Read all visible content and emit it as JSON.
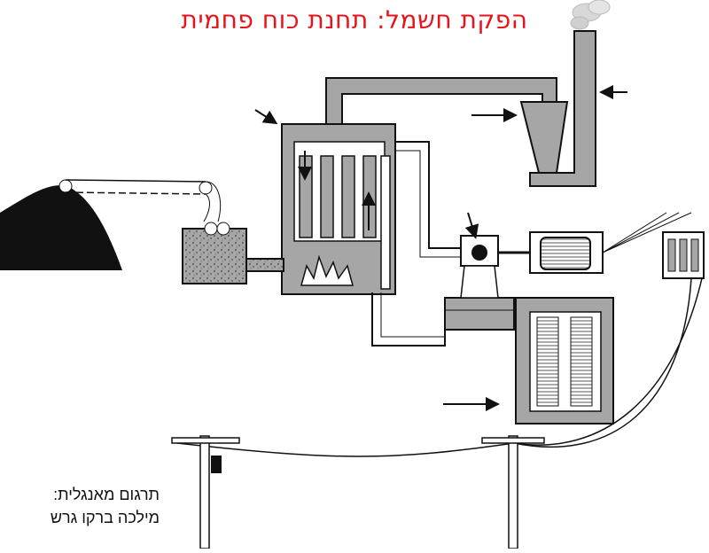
{
  "title": "הפקת חשמל: תחנת כוח פחמית",
  "credit": {
    "line1": "תרגום מאנגלית:",
    "line2": "מילכה ברקו גרש"
  },
  "colors": {
    "title": "#e8141b",
    "structure_fill": "#a6a6a6",
    "outline": "#111111",
    "coal": "#111111",
    "background": "#ffffff"
  },
  "components": [
    "coal-pile",
    "conveyor-belt",
    "coal-hopper",
    "furnace-flame",
    "boiler",
    "boiler-tubes",
    "flue-duct",
    "dust-precipitator",
    "chimney",
    "smoke",
    "steam-pipe",
    "turbine",
    "generator",
    "transformer",
    "condenser",
    "cooling-tower",
    "return-water-pipe",
    "utility-pole-left",
    "utility-pole-right",
    "power-lines"
  ]
}
